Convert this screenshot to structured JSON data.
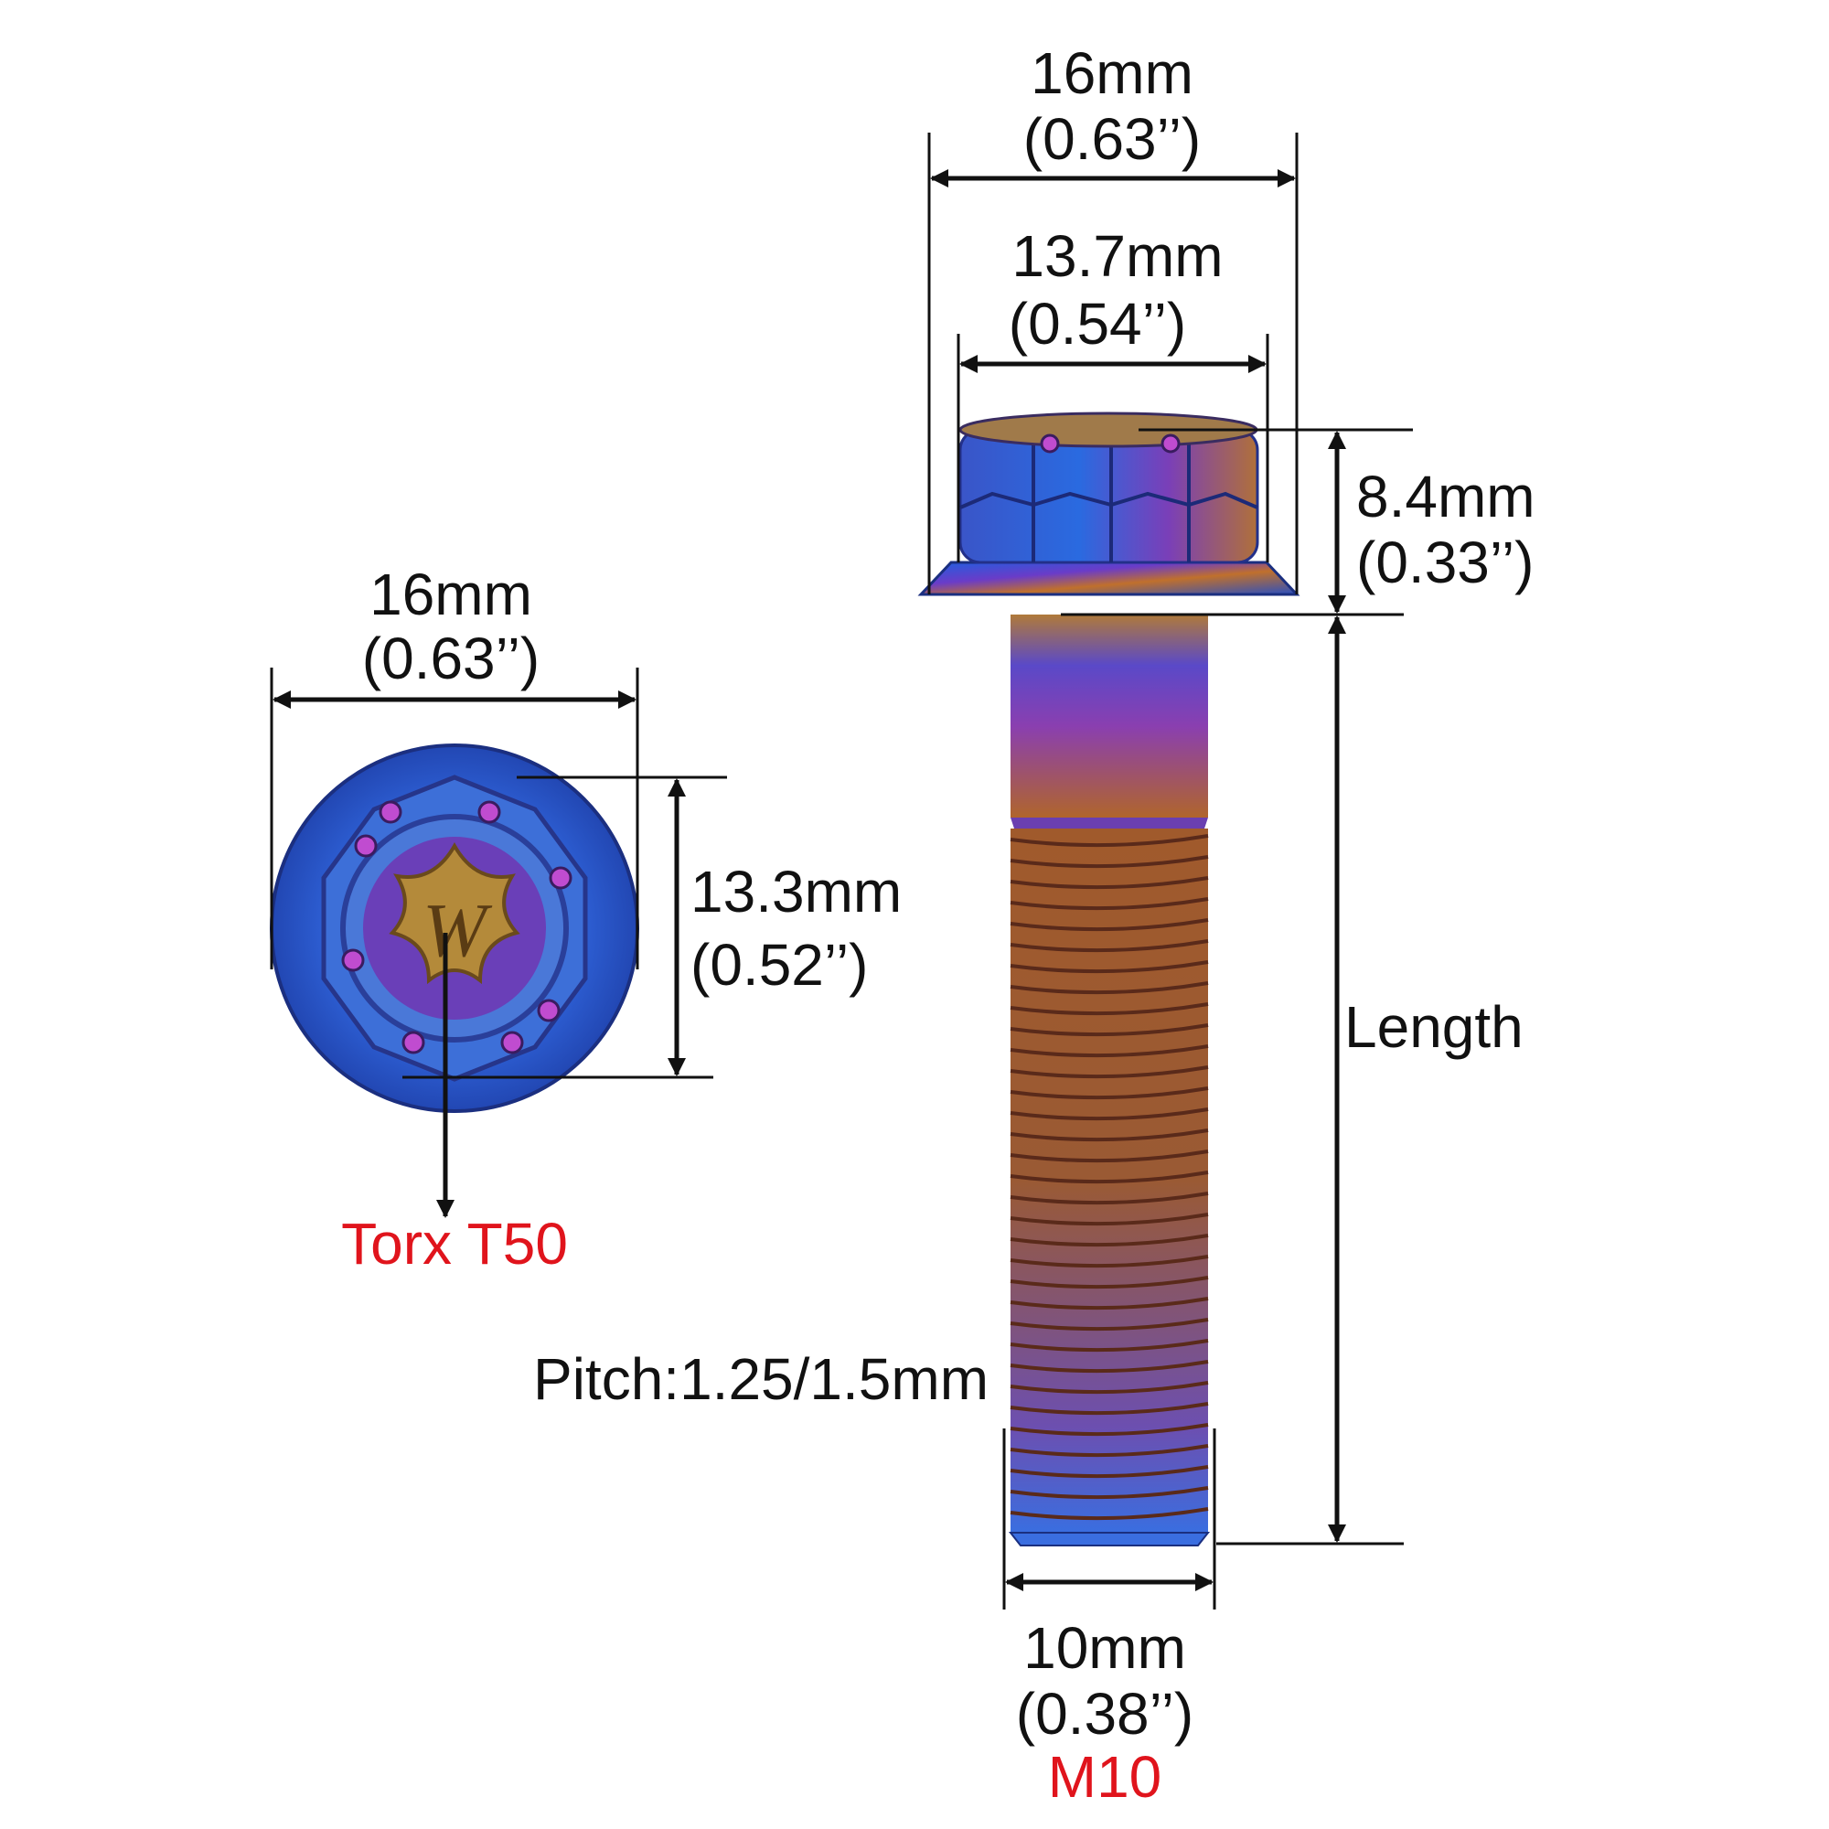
{
  "colors": {
    "dimension_line": "#111111",
    "text": "#111111",
    "highlight": "#e0141c",
    "titanium_gradient": [
      "#1f4fd0",
      "#6b3fc9",
      "#b8642c",
      "#7a4aa8"
    ]
  },
  "top_view": {
    "outer_diameter": {
      "mm": "16mm",
      "inch": "(0.63’’)"
    },
    "flange_across": {
      "mm": "13.3mm",
      "inch": "(0.52’’)"
    },
    "drive": "Torx T50",
    "logo_letter": "W"
  },
  "side_view": {
    "flange_diameter": {
      "mm": "16mm",
      "inch": "(0.63’’)"
    },
    "hex_across": {
      "mm": "13.7mm",
      "inch": "(0.54’’)"
    },
    "head_height": {
      "mm": "8.4mm",
      "inch": "(0.33’’)"
    },
    "length_label": "Length",
    "pitch": "Pitch:1.25/1.5mm",
    "thread_diameter": {
      "mm": "10mm",
      "inch": "(0.38’’)"
    },
    "thread_size": "M10"
  }
}
